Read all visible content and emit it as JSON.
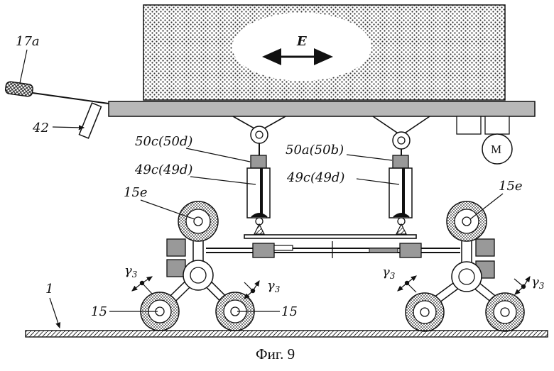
{
  "labels": {
    "handle": "17a",
    "stop": "42",
    "direction": "E",
    "sensor_left": "50c(50d)",
    "sensor_right": "50a(50b)",
    "cylinder_left": "49c(49d)",
    "cylinder_right": "49c(49d)",
    "upper_wheel_left": "15e",
    "upper_wheel_right": "15e",
    "motor": "M",
    "ground": "1",
    "wheel_a": "15",
    "wheel_b": "15",
    "gamma1": "γ",
    "gamma1_sub": "3",
    "gamma2": "γ",
    "gamma2_sub": "3",
    "gamma3": "γ",
    "gamma3_sub": "3",
    "gamma4": "γ",
    "gamma4_sub": "3"
  },
  "caption": "Фиг. 9"
}
